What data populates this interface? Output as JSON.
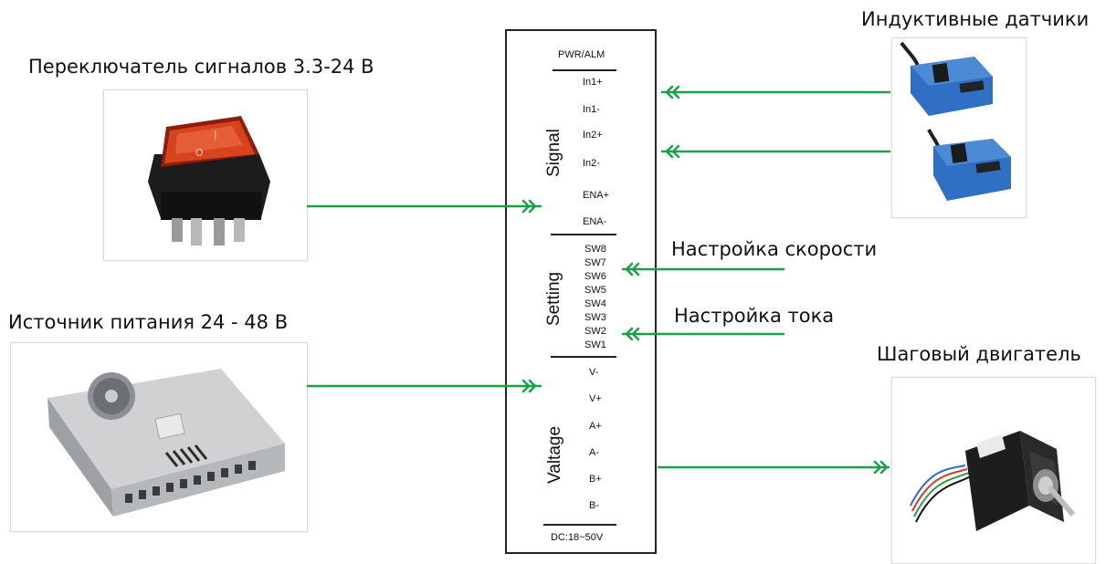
{
  "labels": {
    "switch": "Переключатель сигналов 3.3-24 В",
    "power": "Источник питания 24 - 48 В",
    "sensors": "Индуктивные датчики",
    "speed": "Настройка скорости",
    "current": "Настройка тока",
    "motor": "Шаговый двигатель"
  },
  "driver": {
    "top": "PWR/ALM",
    "bottom": "DC:18~50V",
    "sections": {
      "signal": "Signal",
      "setting": "Setting",
      "voltage": "Valtage"
    },
    "signal_pins": [
      "In1+",
      "In1-",
      "In2+",
      "In2-",
      "ENA+",
      "ENA-"
    ],
    "setting_pins": [
      "SW8",
      "SW7",
      "SW6",
      "SW5",
      "SW4",
      "SW3",
      "SW2",
      "SW1"
    ],
    "voltage_pins": [
      "V-",
      "V+",
      "A+",
      "A-",
      "B+",
      "B-"
    ]
  },
  "colors": {
    "wire": "#1aa04a",
    "outline": "#222222",
    "switch_red": "#c9361b",
    "sensor_blue": "#2f6fc4"
  },
  "icons": [
    "rocker-switch-photo",
    "power-supply-photo",
    "inductive-sensor-photo",
    "stepper-motor-photo",
    "double-chevron-arrow-icon"
  ]
}
